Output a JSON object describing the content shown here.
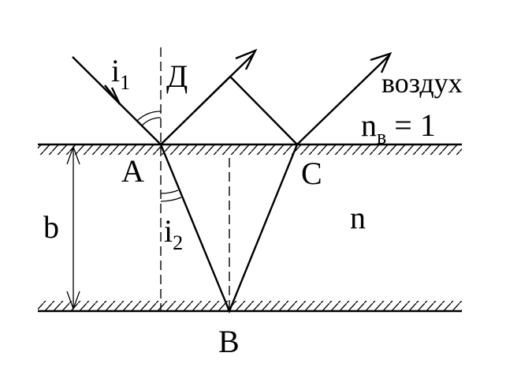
{
  "labels": {
    "i": "i",
    "sub1": "1",
    "sub2": "2",
    "D": "Д",
    "air": "воздух",
    "n": "n",
    "sub_b": "в",
    "eq_one": " = 1",
    "A": "A",
    "C": "C",
    "b": "b",
    "n_medium": "n",
    "B": "B"
  },
  "colors": {
    "stroke": "#000000",
    "background": "#ffffff"
  }
}
